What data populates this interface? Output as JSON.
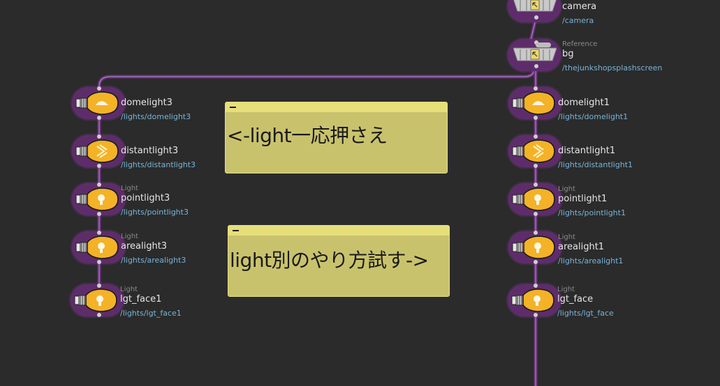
{
  "nodes": {
    "camera": {
      "type": "",
      "name": "camera",
      "path": "/camera",
      "icon": "camera-icon"
    },
    "bg": {
      "type": "Reference",
      "name": "bg",
      "path": "/thejunkshopsplashscreen",
      "icon": "reference-icon"
    },
    "left": [
      {
        "type": "",
        "name": "domelight3",
        "path": "/lights/domelight3",
        "icon": "dome-light-icon"
      },
      {
        "type": "",
        "name": "distantlight3",
        "path": "/lights/distantlight3",
        "icon": "distant-light-icon"
      },
      {
        "type": "Light",
        "name": "pointlight3",
        "path": "/lights/pointlight3",
        "icon": "point-light-icon"
      },
      {
        "type": "Light",
        "name": "arealight3",
        "path": "/lights/arealight3",
        "icon": "area-light-icon"
      },
      {
        "type": "Light",
        "name": "lgt_face1",
        "path": "/lights/lgt_face1",
        "icon": "light-icon"
      }
    ],
    "right": [
      {
        "type": "",
        "name": "domelight1",
        "path": "/lights/domelight1",
        "icon": "dome-light-icon"
      },
      {
        "type": "",
        "name": "distantlight1",
        "path": "/lights/distantlight1",
        "icon": "distant-light-icon"
      },
      {
        "type": "Light",
        "name": "pointlight1",
        "path": "/lights/pointlight1",
        "icon": "point-light-icon"
      },
      {
        "type": "Light",
        "name": "arealight1",
        "path": "/lights/arealight1",
        "icon": "area-light-icon"
      },
      {
        "type": "Light",
        "name": "lgt_face",
        "path": "/lights/lgt_face",
        "icon": "light-icon"
      }
    ]
  },
  "sticky_notes": [
    {
      "text": "<-light一応押さえ"
    },
    {
      "text": "light別のやり方試す->"
    }
  ],
  "colors": {
    "background": "#2b2b2b",
    "node_glow": "#5e2c6b",
    "wire": "#7a3a8c",
    "wire_core": "#b98ad0",
    "bulb": "#f4b227",
    "sticky": "#c9c26d",
    "path_text": "#77b4d8"
  }
}
